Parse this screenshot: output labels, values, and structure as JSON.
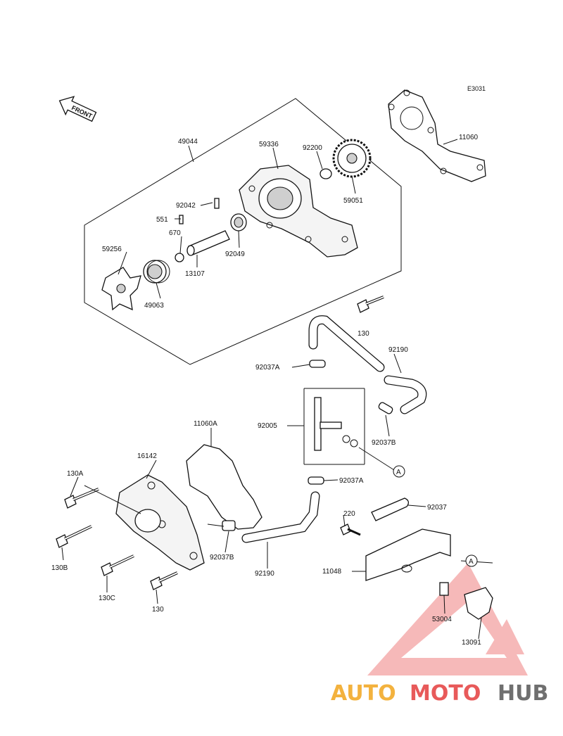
{
  "diagram_code": "E3031",
  "front_arrow_text": "FRONT",
  "callout_marker": "A",
  "parts": {
    "p49044": "49044",
    "p59336": "59336",
    "p92200": "92200",
    "p11060": "11060",
    "p59051": "59051",
    "p92042": "92042",
    "p551": "551",
    "p670": "670",
    "p59256": "59256",
    "p13107": "13107",
    "p92049": "92049",
    "p49063": "49063",
    "p130_top": "130",
    "p92190_top": "92190",
    "p92037A_top": "92037A",
    "p92005": "92005",
    "p92037B_right": "92037B",
    "p11060A": "11060A",
    "p16142": "16142",
    "p130A": "130A",
    "p92037A_bottom": "92037A",
    "p220": "220",
    "p92037": "92037",
    "p130B": "130B",
    "p92037B_left": "92037B",
    "p92190_bottom": "92190",
    "p11048": "11048",
    "p130C": "130C",
    "p130_bottom": "130",
    "p53004": "53004",
    "p13091": "13091"
  },
  "watermark": {
    "part1": "AUTO",
    "part2": "MOTO",
    "part3": "HUB",
    "color_orange": "#f3b23e",
    "color_red": "#e85a5a",
    "color_gray": "#6f6f6f"
  }
}
